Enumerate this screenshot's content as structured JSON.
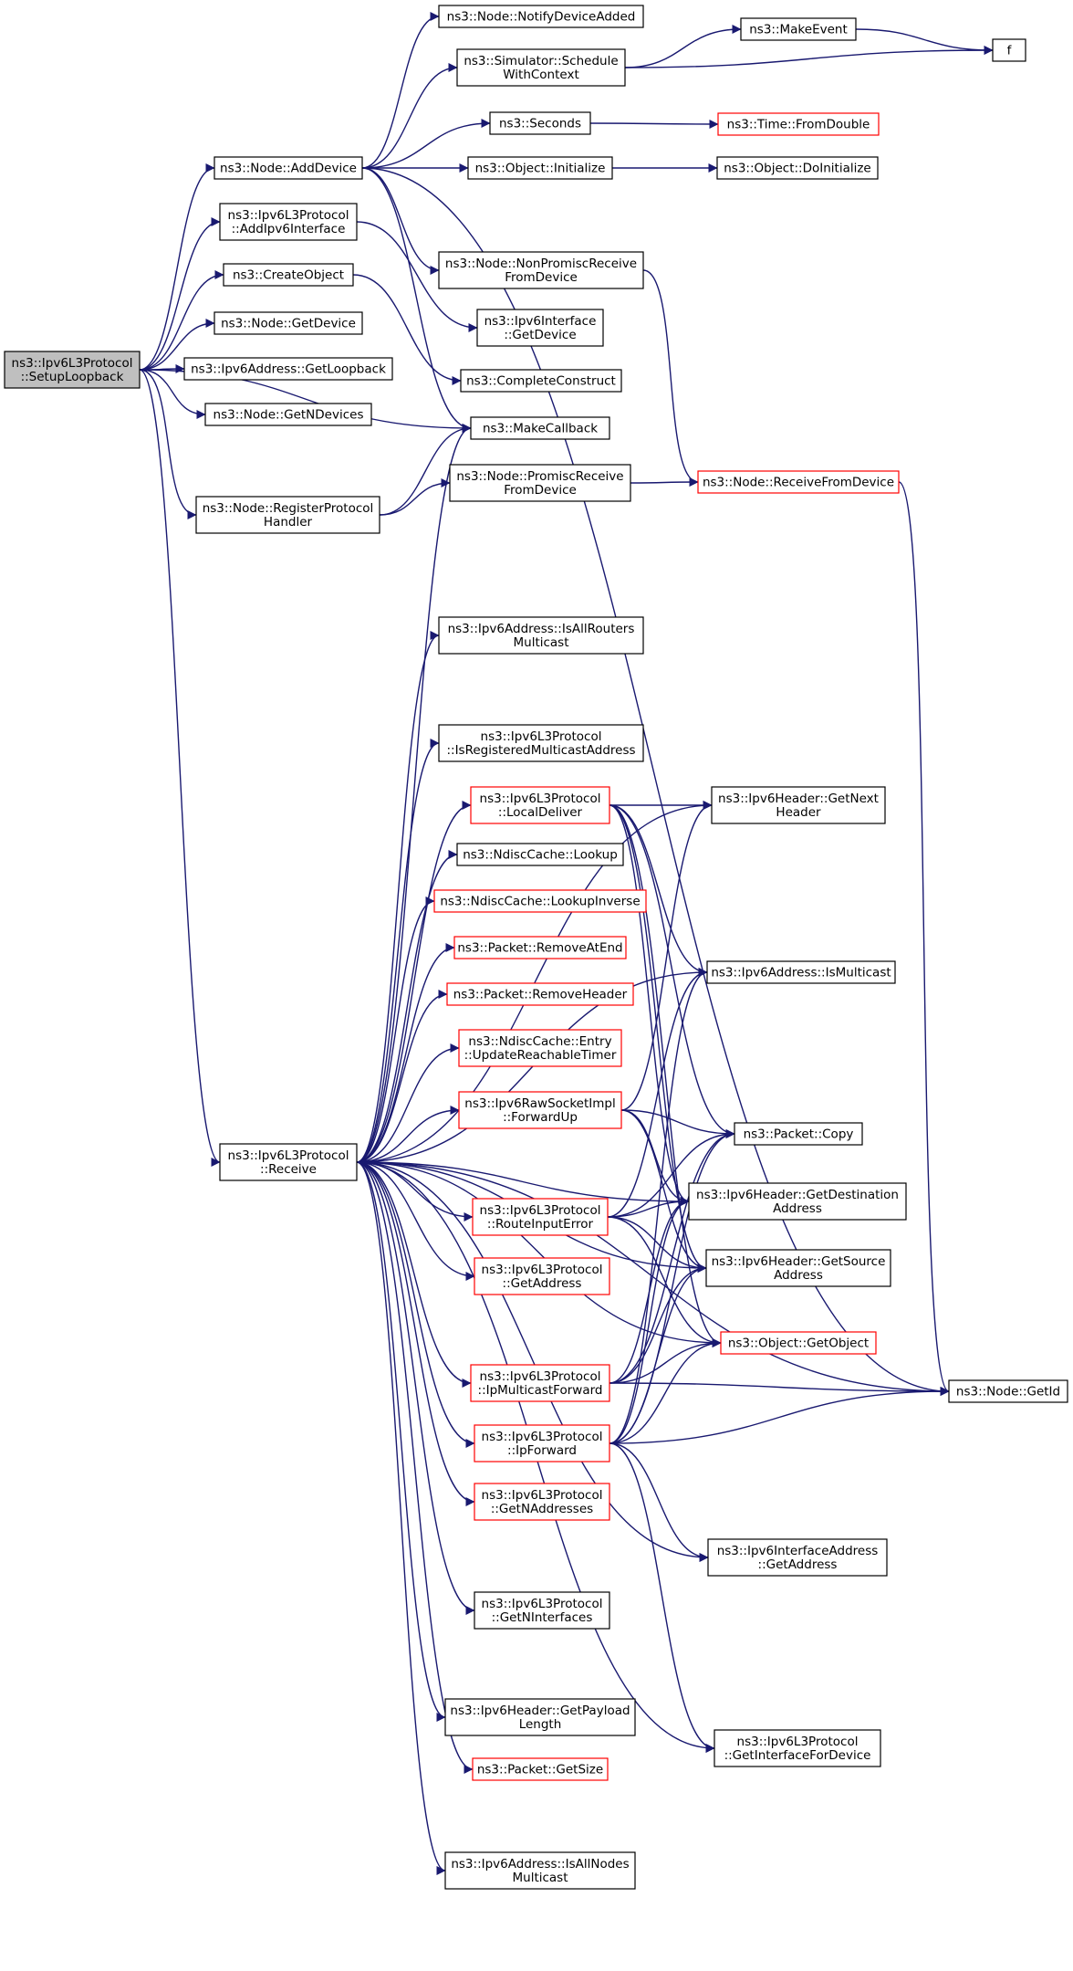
{
  "colors": {
    "edge": "#191970",
    "node_border_black": "#000000",
    "node_border_red": "#ff0000",
    "root_fill": "#bfbfbf",
    "node_fill": "#ffffff"
  },
  "nodes": {
    "setup_loopback": [
      "ns3::Ipv6L3Protocol",
      "::SetupLoopback"
    ],
    "add_device": [
      "ns3::Node::AddDevice"
    ],
    "add_ipv6_interface": [
      "ns3::Ipv6L3Protocol",
      "::AddIpv6Interface"
    ],
    "create_object": [
      "ns3::CreateObject"
    ],
    "get_device": [
      "ns3::Node::GetDevice"
    ],
    "get_loopback": [
      "ns3::Ipv6Address::GetLoopback"
    ],
    "get_n_devices": [
      "ns3::Node::GetNDevices"
    ],
    "register_protocol_handler": [
      "ns3::Node::RegisterProtocol",
      "Handler"
    ],
    "receive": [
      "ns3::Ipv6L3Protocol",
      "::Receive"
    ],
    "notify_device_added": [
      "ns3::Node::NotifyDeviceAdded"
    ],
    "schedule_with_context": [
      "ns3::Simulator::Schedule",
      "WithContext"
    ],
    "seconds": [
      "ns3::Seconds"
    ],
    "object_initialize": [
      "ns3::Object::Initialize"
    ],
    "nonpromisc_receive": [
      "ns3::Node::NonPromiscReceive",
      "FromDevice"
    ],
    "ipv6interface_get_device": [
      "ns3::Ipv6Interface",
      "::GetDevice"
    ],
    "complete_construct": [
      "ns3::CompleteConstruct"
    ],
    "make_callback": [
      "ns3::MakeCallback"
    ],
    "promisc_receive": [
      "ns3::Node::PromiscReceive",
      "FromDevice"
    ],
    "is_all_routers_multicast": [
      "ns3::Ipv6Address::IsAllRouters",
      "Multicast"
    ],
    "is_registered_multicast": [
      "ns3::Ipv6L3Protocol",
      "::IsRegisteredMulticastAddress"
    ],
    "local_deliver": [
      "ns3::Ipv6L3Protocol",
      "::LocalDeliver"
    ],
    "ndisc_lookup": [
      "ns3::NdiscCache::Lookup"
    ],
    "ndisc_lookup_inverse": [
      "ns3::NdiscCache::LookupInverse"
    ],
    "packet_remove_at_end": [
      "ns3::Packet::RemoveAtEnd"
    ],
    "packet_remove_header": [
      "ns3::Packet::RemoveHeader"
    ],
    "ndisc_entry_update": [
      "ns3::NdiscCache::Entry",
      "::UpdateReachableTimer"
    ],
    "raw_socket_forward_up": [
      "ns3::Ipv6RawSocketImpl",
      "::ForwardUp"
    ],
    "route_input_error": [
      "ns3::Ipv6L3Protocol",
      "::RouteInputError"
    ],
    "l3_get_address": [
      "ns3::Ipv6L3Protocol",
      "::GetAddress"
    ],
    "ip_multicast_forward": [
      "ns3::Ipv6L3Protocol",
      "::IpMulticastForward"
    ],
    "ip_forward": [
      "ns3::Ipv6L3Protocol",
      "::IpForward"
    ],
    "get_n_addresses": [
      "ns3::Ipv6L3Protocol",
      "::GetNAddresses"
    ],
    "get_n_interfaces": [
      "ns3::Ipv6L3Protocol",
      "::GetNInterfaces"
    ],
    "get_payload_length": [
      "ns3::Ipv6Header::GetPayload",
      "Length"
    ],
    "packet_get_size": [
      "ns3::Packet::GetSize"
    ],
    "is_all_nodes_multicast": [
      "ns3::Ipv6Address::IsAllNodes",
      "Multicast"
    ],
    "make_event": [
      "ns3::MakeEvent"
    ],
    "f": [
      "f"
    ],
    "time_from_double": [
      "ns3::Time::FromDouble"
    ],
    "object_do_initialize": [
      "ns3::Object::DoInitialize"
    ],
    "node_receive_from_device": [
      "ns3::Node::ReceiveFromDevice"
    ],
    "get_next_header": [
      "ns3::Ipv6Header::GetNext",
      "Header"
    ],
    "is_multicast": [
      "ns3::Ipv6Address::IsMulticast"
    ],
    "packet_copy": [
      "ns3::Packet::Copy"
    ],
    "get_destination_address": [
      "ns3::Ipv6Header::GetDestination",
      "Address"
    ],
    "get_source_address": [
      "ns3::Ipv6Header::GetSource",
      "Address"
    ],
    "object_get_object": [
      "ns3::Object::GetObject"
    ],
    "iface_address_get_address": [
      "ns3::Ipv6InterfaceAddress",
      "::GetAddress"
    ],
    "get_interface_for_device": [
      "ns3::Ipv6L3Protocol",
      "::GetInterfaceForDevice"
    ],
    "node_get_id": [
      "ns3::Node::GetId"
    ]
  }
}
